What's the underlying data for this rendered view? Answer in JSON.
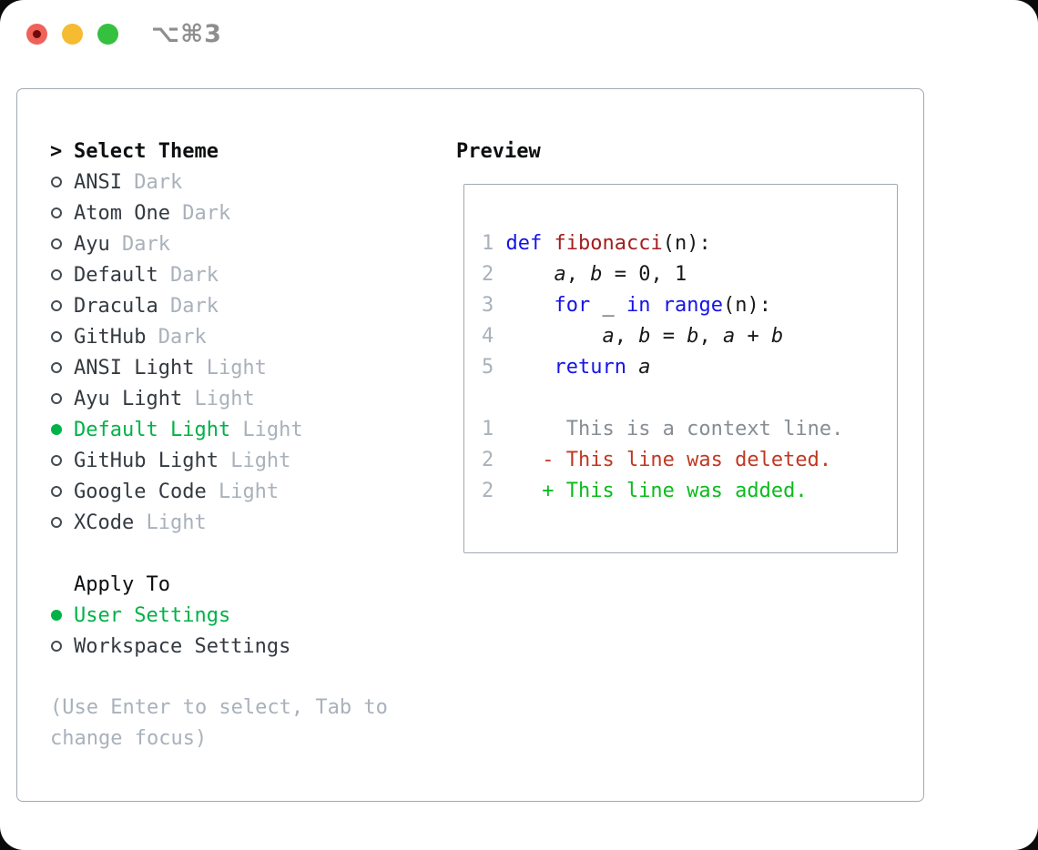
{
  "window": {
    "shortcut_label": "⌥⌘3",
    "traffic_lights": [
      {
        "name": "close",
        "color": "#f0615a",
        "has_dot": true
      },
      {
        "name": "minimize",
        "color": "#f5bb31",
        "has_dot": false
      },
      {
        "name": "zoom",
        "color": "#35c13f",
        "has_dot": false
      }
    ]
  },
  "theme_picker": {
    "prompt": ">",
    "header": "Select Theme",
    "themes": [
      {
        "name": "ANSI",
        "variant": "Dark",
        "selected": false
      },
      {
        "name": "Atom One",
        "variant": "Dark",
        "selected": false
      },
      {
        "name": "Ayu",
        "variant": "Dark",
        "selected": false
      },
      {
        "name": "Default",
        "variant": "Dark",
        "selected": false
      },
      {
        "name": "Dracula",
        "variant": "Dark",
        "selected": false
      },
      {
        "name": "GitHub",
        "variant": "Dark",
        "selected": false
      },
      {
        "name": "ANSI Light",
        "variant": "Light",
        "selected": false
      },
      {
        "name": "Ayu Light",
        "variant": "Light",
        "selected": false
      },
      {
        "name": "Default Light",
        "variant": "Light",
        "selected": true
      },
      {
        "name": "GitHub Light",
        "variant": "Light",
        "selected": false
      },
      {
        "name": "Google Code",
        "variant": "Light",
        "selected": false
      },
      {
        "name": "XCode",
        "variant": "Light",
        "selected": false
      }
    ],
    "apply_to": {
      "header": "Apply To",
      "options": [
        {
          "label": "User Settings",
          "selected": true
        },
        {
          "label": "Workspace Settings",
          "selected": false
        }
      ]
    },
    "hint": "(Use Enter to select, Tab to change focus)"
  },
  "preview": {
    "title": "Preview",
    "code_lines": [
      {
        "num": "1",
        "tokens": [
          {
            "text": "def",
            "type": "keyword"
          },
          {
            "text": " ",
            "type": "plain"
          },
          {
            "text": "fibonacci",
            "type": "function"
          },
          {
            "text": "(n):",
            "type": "plain"
          }
        ]
      },
      {
        "num": "2",
        "tokens": [
          {
            "text": "    ",
            "type": "plain"
          },
          {
            "text": "a",
            "type": "variable"
          },
          {
            "text": ", ",
            "type": "plain"
          },
          {
            "text": "b",
            "type": "variable"
          },
          {
            "text": " = 0, 1",
            "type": "plain"
          }
        ]
      },
      {
        "num": "3",
        "tokens": [
          {
            "text": "    ",
            "type": "plain"
          },
          {
            "text": "for",
            "type": "keyword"
          },
          {
            "text": " _ ",
            "type": "plain"
          },
          {
            "text": "in",
            "type": "keyword"
          },
          {
            "text": " ",
            "type": "plain"
          },
          {
            "text": "range",
            "type": "keyword"
          },
          {
            "text": "(n):",
            "type": "plain"
          }
        ]
      },
      {
        "num": "4",
        "tokens": [
          {
            "text": "        ",
            "type": "plain"
          },
          {
            "text": "a",
            "type": "variable"
          },
          {
            "text": ", ",
            "type": "plain"
          },
          {
            "text": "b",
            "type": "variable"
          },
          {
            "text": " = ",
            "type": "plain"
          },
          {
            "text": "b",
            "type": "variable"
          },
          {
            "text": ", ",
            "type": "plain"
          },
          {
            "text": "a",
            "type": "variable"
          },
          {
            "text": " + ",
            "type": "plain"
          },
          {
            "text": "b",
            "type": "variable"
          }
        ]
      },
      {
        "num": "5",
        "tokens": [
          {
            "text": "    ",
            "type": "plain"
          },
          {
            "text": "return",
            "type": "keyword"
          },
          {
            "text": " ",
            "type": "plain"
          },
          {
            "text": "a",
            "type": "variable"
          }
        ]
      }
    ],
    "diff_lines": [
      {
        "num": "1",
        "sign": "",
        "text": "This is a context line.",
        "type": "context"
      },
      {
        "num": "2",
        "sign": "-",
        "text": "This line was deleted.",
        "type": "deleted"
      },
      {
        "num": "2",
        "sign": "+",
        "text": "This line was added.",
        "type": "added"
      }
    ]
  },
  "colors": {
    "header": "#0c0e10",
    "item": "#343a41",
    "muted": "#a9b1bb",
    "muted_dark": "#8e8e90",
    "border": "#a2a9b2",
    "radio": "#454b52",
    "green_selected": "#00b247",
    "code_plain": "#17191c",
    "code_keyword": "#1414e6",
    "code_function": "#a31e1e",
    "diff_context": "#868d94",
    "diff_deleted": "#c13822",
    "diff_added": "#0cbb1e",
    "traffic_red": "#f0615a",
    "traffic_red_dot": "#6d0b0b",
    "traffic_yellow": "#f5bb31",
    "traffic_green": "#35c13f"
  }
}
